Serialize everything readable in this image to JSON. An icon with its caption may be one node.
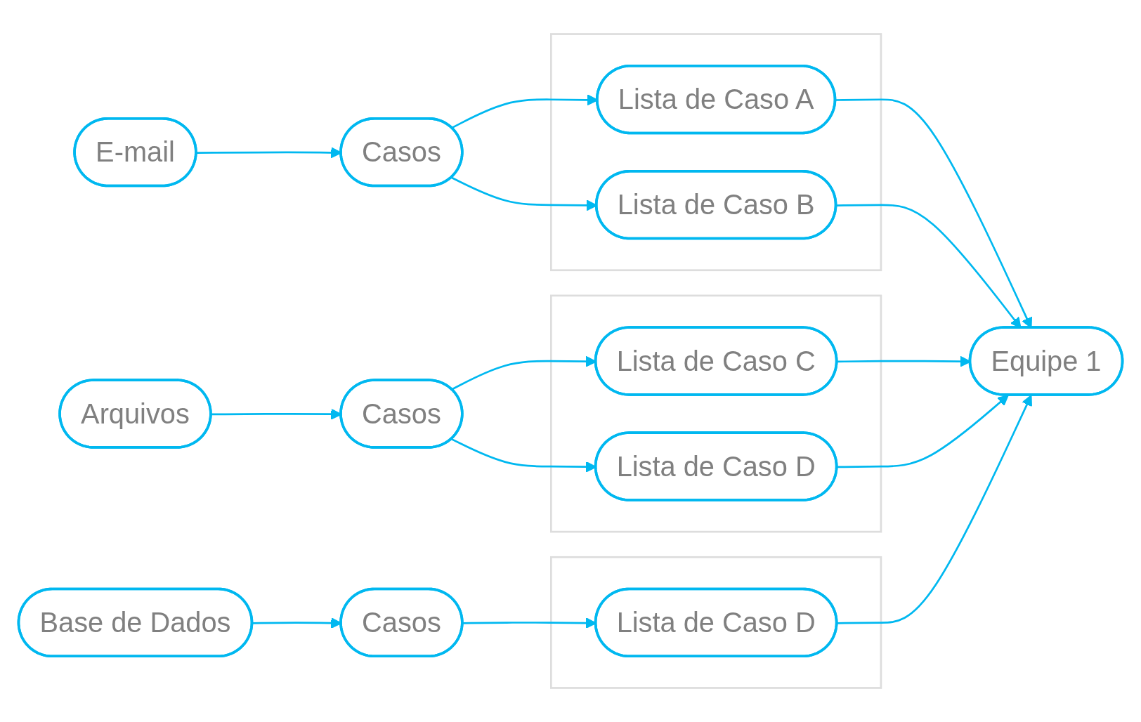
{
  "diagram": {
    "nodes": [
      {
        "text": [
          "E-mail"
        ]
      },
      {
        "text": [
          "Casos"
        ]
      },
      {
        "text": [],
        "shape": "box"
      },
      {
        "text": [
          "Lista de Caso A"
        ],
        "in": 2
      },
      {
        "text": [
          "Lista de Caso B"
        ],
        "in": 2
      },
      {
        "text": [
          "Arquivos"
        ]
      },
      {
        "text": [
          "Casos"
        ]
      },
      {
        "text": [],
        "shape": "box"
      },
      {
        "text": [
          "Lista de Caso C"
        ],
        "in": 7
      },
      {
        "text": [
          "Lista de Caso D"
        ],
        "in": 7
      },
      {
        "text": [
          "Base de Dados"
        ]
      },
      {
        "text": [
          "Casos"
        ]
      },
      {
        "text": [],
        "shape": "box"
      },
      {
        "text": [
          "Lista de Caso D"
        ],
        "in": 12
      },
      {
        "text": [
          "Equipe 1"
        ]
      }
    ],
    "edges": [
      {
        "from": 0,
        "to": 1,
        "arrow": "to"
      },
      {
        "from": 1,
        "to": 3,
        "arrow": "to"
      },
      {
        "from": 1,
        "to": 4,
        "arrow": "to"
      },
      {
        "from": 3,
        "to": 14,
        "arrow": "to"
      },
      {
        "from": 4,
        "to": 14,
        "arrow": "to"
      },
      {
        "from": 5,
        "to": 6,
        "arrow": "to"
      },
      {
        "from": 6,
        "to": 8,
        "arrow": "to"
      },
      {
        "from": 6,
        "to": 9,
        "arrow": "to"
      },
      {
        "from": 8,
        "to": 14,
        "arrow": "to"
      },
      {
        "from": 9,
        "to": 14,
        "arrow": "to"
      },
      {
        "from": 10,
        "to": 11,
        "arrow": "to"
      },
      {
        "from": 11,
        "to": 13,
        "arrow": "to"
      },
      {
        "from": 13,
        "to": 14,
        "arrow": "to"
      }
    ]
  }
}
